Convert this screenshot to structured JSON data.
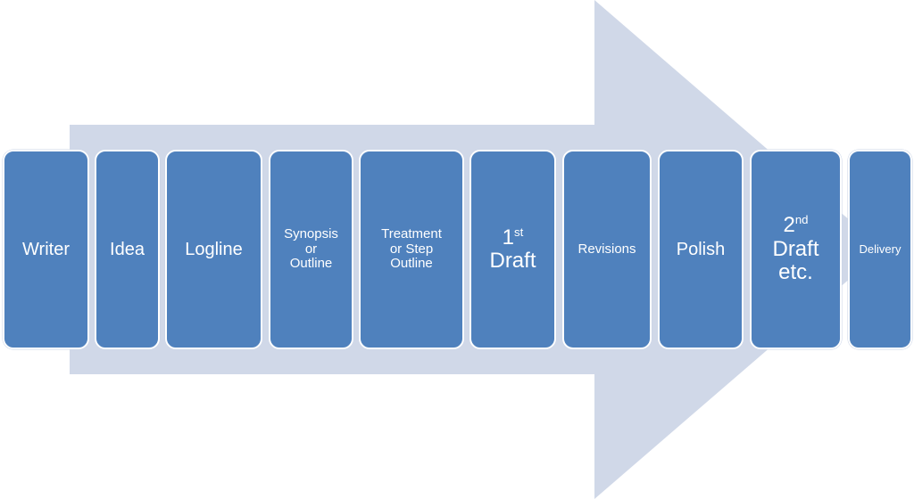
{
  "diagram": {
    "arrow_color": "#d0d8e8",
    "box_color": "#4f81bd",
    "text_color": "#ffffff",
    "stages": [
      {
        "id": "writer",
        "label": "Writer"
      },
      {
        "id": "idea",
        "label": "Idea"
      },
      {
        "id": "logline",
        "label": "Logline"
      },
      {
        "id": "synopsis",
        "lines": [
          "Synopsis",
          "or",
          "Outline"
        ]
      },
      {
        "id": "treatment",
        "lines": [
          "Treatment",
          "or Step",
          "Outline"
        ]
      },
      {
        "id": "draft1",
        "number": "1",
        "superscript": "st",
        "line2": "Draft"
      },
      {
        "id": "revisions",
        "label": "Revisions"
      },
      {
        "id": "polish",
        "label": "Polish"
      },
      {
        "id": "draft2",
        "number": "2",
        "superscript": "nd",
        "line2": "Draft",
        "line3": "etc."
      },
      {
        "id": "delivery",
        "label": "Delivery"
      }
    ]
  }
}
